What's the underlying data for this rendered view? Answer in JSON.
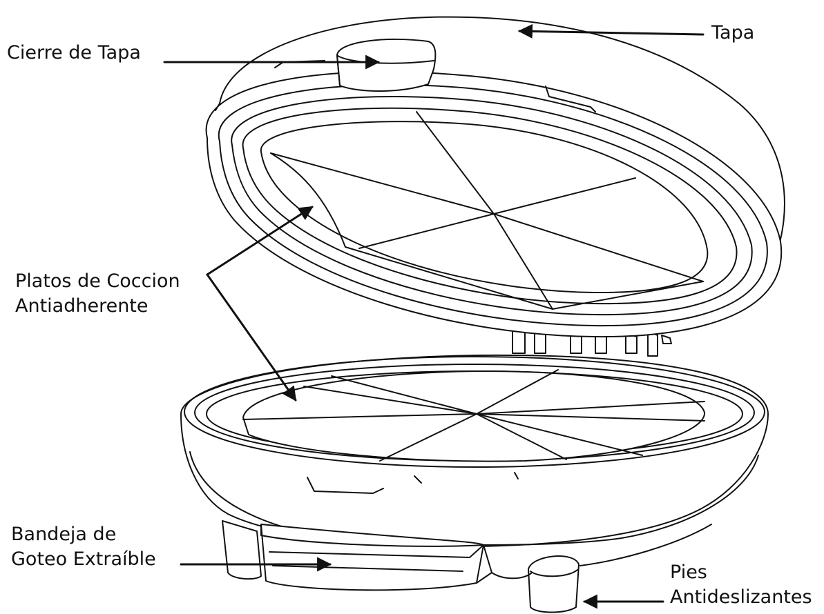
{
  "labels": {
    "tapa": "Tapa",
    "cierre": "Cierre de Tapa",
    "platos": [
      "Platos de Coccion",
      "Antiadherente"
    ],
    "bandeja": [
      "Bandeja de",
      "Goteo Extraíble"
    ],
    "pies": [
      "Pies",
      "Antideslizantes"
    ]
  },
  "colors": {
    "ink": "#111111",
    "paper": "#ffffff"
  }
}
